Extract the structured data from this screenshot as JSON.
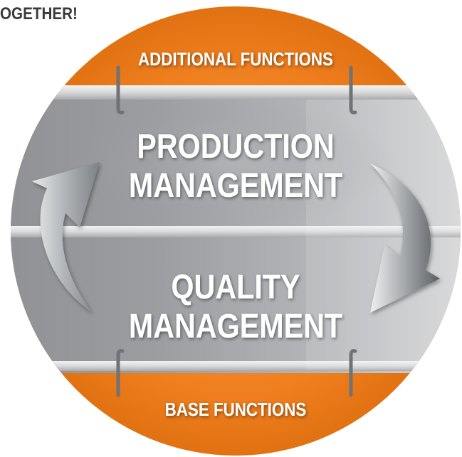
{
  "headline": "OGETHER!",
  "diagram": {
    "additional_functions": "ADDITIONAL FUNCTIONS",
    "production_line1": "PRODUCTION",
    "production_line2": "MANAGEMENT",
    "quality_line1": "QUALITY",
    "quality_line2": "MANAGEMENT",
    "base_functions": "BASE FUNCTIONS"
  },
  "colors": {
    "orange": "#ee7d1b",
    "gray": "#a9abae",
    "text_white": "#ffffff",
    "headline": "#3b3b3b"
  }
}
